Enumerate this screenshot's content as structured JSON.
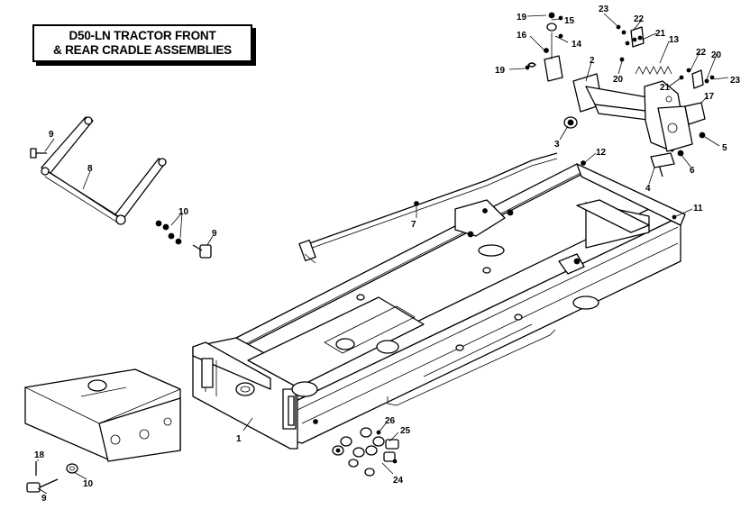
{
  "title": {
    "line1": "D50-LN TRACTOR FRONT",
    "line2": "& REAR CRADLE ASSEMBLIES"
  },
  "callouts": [
    {
      "id": "c19a",
      "text": "19"
    },
    {
      "id": "c15",
      "text": "15"
    },
    {
      "id": "c23a",
      "text": "23"
    },
    {
      "id": "c22a",
      "text": "22"
    },
    {
      "id": "c16",
      "text": "16"
    },
    {
      "id": "c14",
      "text": "14"
    },
    {
      "id": "c21a",
      "text": "21"
    },
    {
      "id": "c13",
      "text": "13"
    },
    {
      "id": "c19b",
      "text": "19"
    },
    {
      "id": "c2",
      "text": "2"
    },
    {
      "id": "c20a",
      "text": "20"
    },
    {
      "id": "c22b",
      "text": "22"
    },
    {
      "id": "c20b",
      "text": "20"
    },
    {
      "id": "c23b",
      "text": "23"
    },
    {
      "id": "c21b",
      "text": "21"
    },
    {
      "id": "c17",
      "text": "17"
    },
    {
      "id": "c3",
      "text": "3"
    },
    {
      "id": "c5",
      "text": "5"
    },
    {
      "id": "c6",
      "text": "6"
    },
    {
      "id": "c4",
      "text": "4"
    },
    {
      "id": "c12",
      "text": "12"
    },
    {
      "id": "c9a",
      "text": "9"
    },
    {
      "id": "c8",
      "text": "8"
    },
    {
      "id": "c11",
      "text": "11"
    },
    {
      "id": "c7",
      "text": "7"
    },
    {
      "id": "c10a",
      "text": "10"
    },
    {
      "id": "c9b",
      "text": "9"
    },
    {
      "id": "c26",
      "text": "26"
    },
    {
      "id": "c25",
      "text": "25"
    },
    {
      "id": "c1",
      "text": "1"
    },
    {
      "id": "c18",
      "text": "18"
    },
    {
      "id": "c24",
      "text": "24"
    },
    {
      "id": "c10b",
      "text": "10"
    },
    {
      "id": "c9c",
      "text": "9"
    }
  ]
}
